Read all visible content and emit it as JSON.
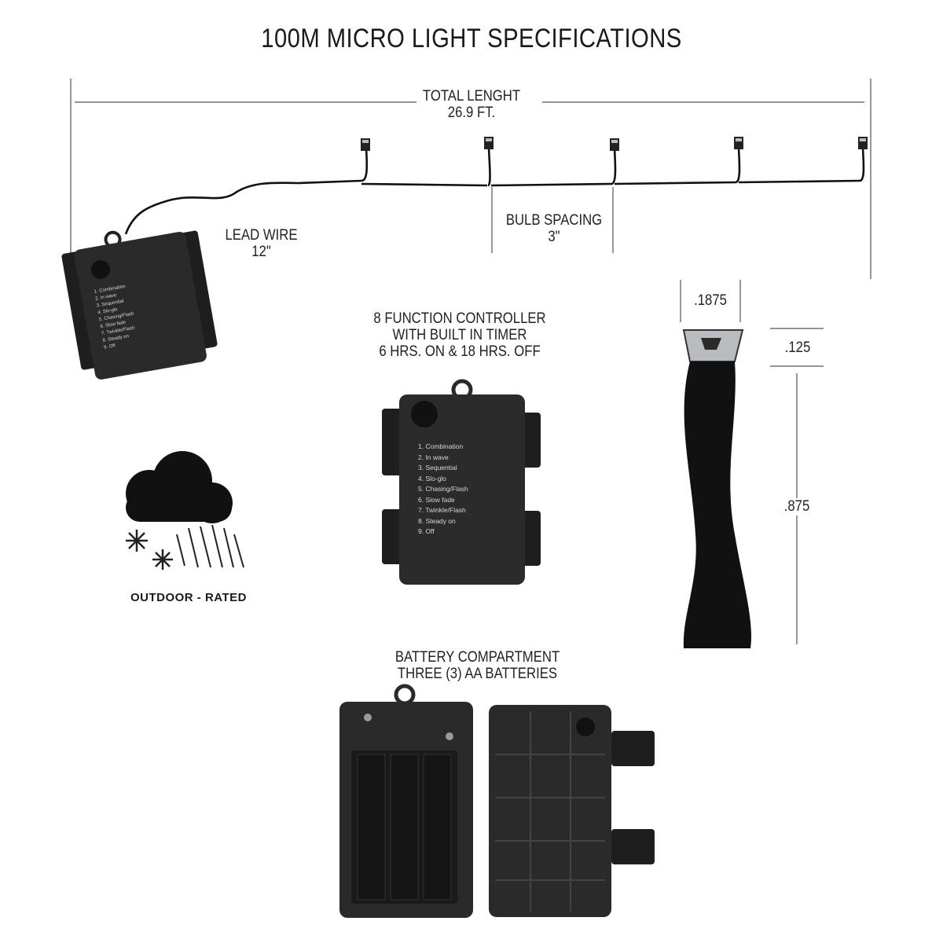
{
  "title": "100M MICRO LIGHT SPECIFICATIONS",
  "total_length": {
    "line1": "TOTAL LENGHT",
    "line2": "26.9 FT."
  },
  "lead_wire": {
    "line1": "LEAD WIRE",
    "line2": "12\""
  },
  "bulb_spacing": {
    "line1": "BULB SPACING",
    "line2": "3\""
  },
  "controller": {
    "line1": "8 FUNCTION CONTROLLER",
    "line2": "WITH BUILT IN TIMER",
    "line3": "6 HRS. ON & 18 HRS. OFF"
  },
  "controller_functions": [
    "1. Combination",
    "2. In wave",
    "3. Sequential",
    "4. Slo-glo",
    "5. Chasing/Flash",
    "6. Slow fade",
    "7. Twinkle/Flash",
    "8. Steady on",
    "9. Off"
  ],
  "battery": {
    "line1": "BATTERY COMPARTMENT",
    "line2": "THREE (3) AA BATTERIES"
  },
  "outdoor": "OUTDOOR - RATED",
  "bulb_dims": {
    "width": ".1875",
    "tip": ".125",
    "height": ".875"
  },
  "icons": [
    "cloud-snow-rain-icon"
  ]
}
